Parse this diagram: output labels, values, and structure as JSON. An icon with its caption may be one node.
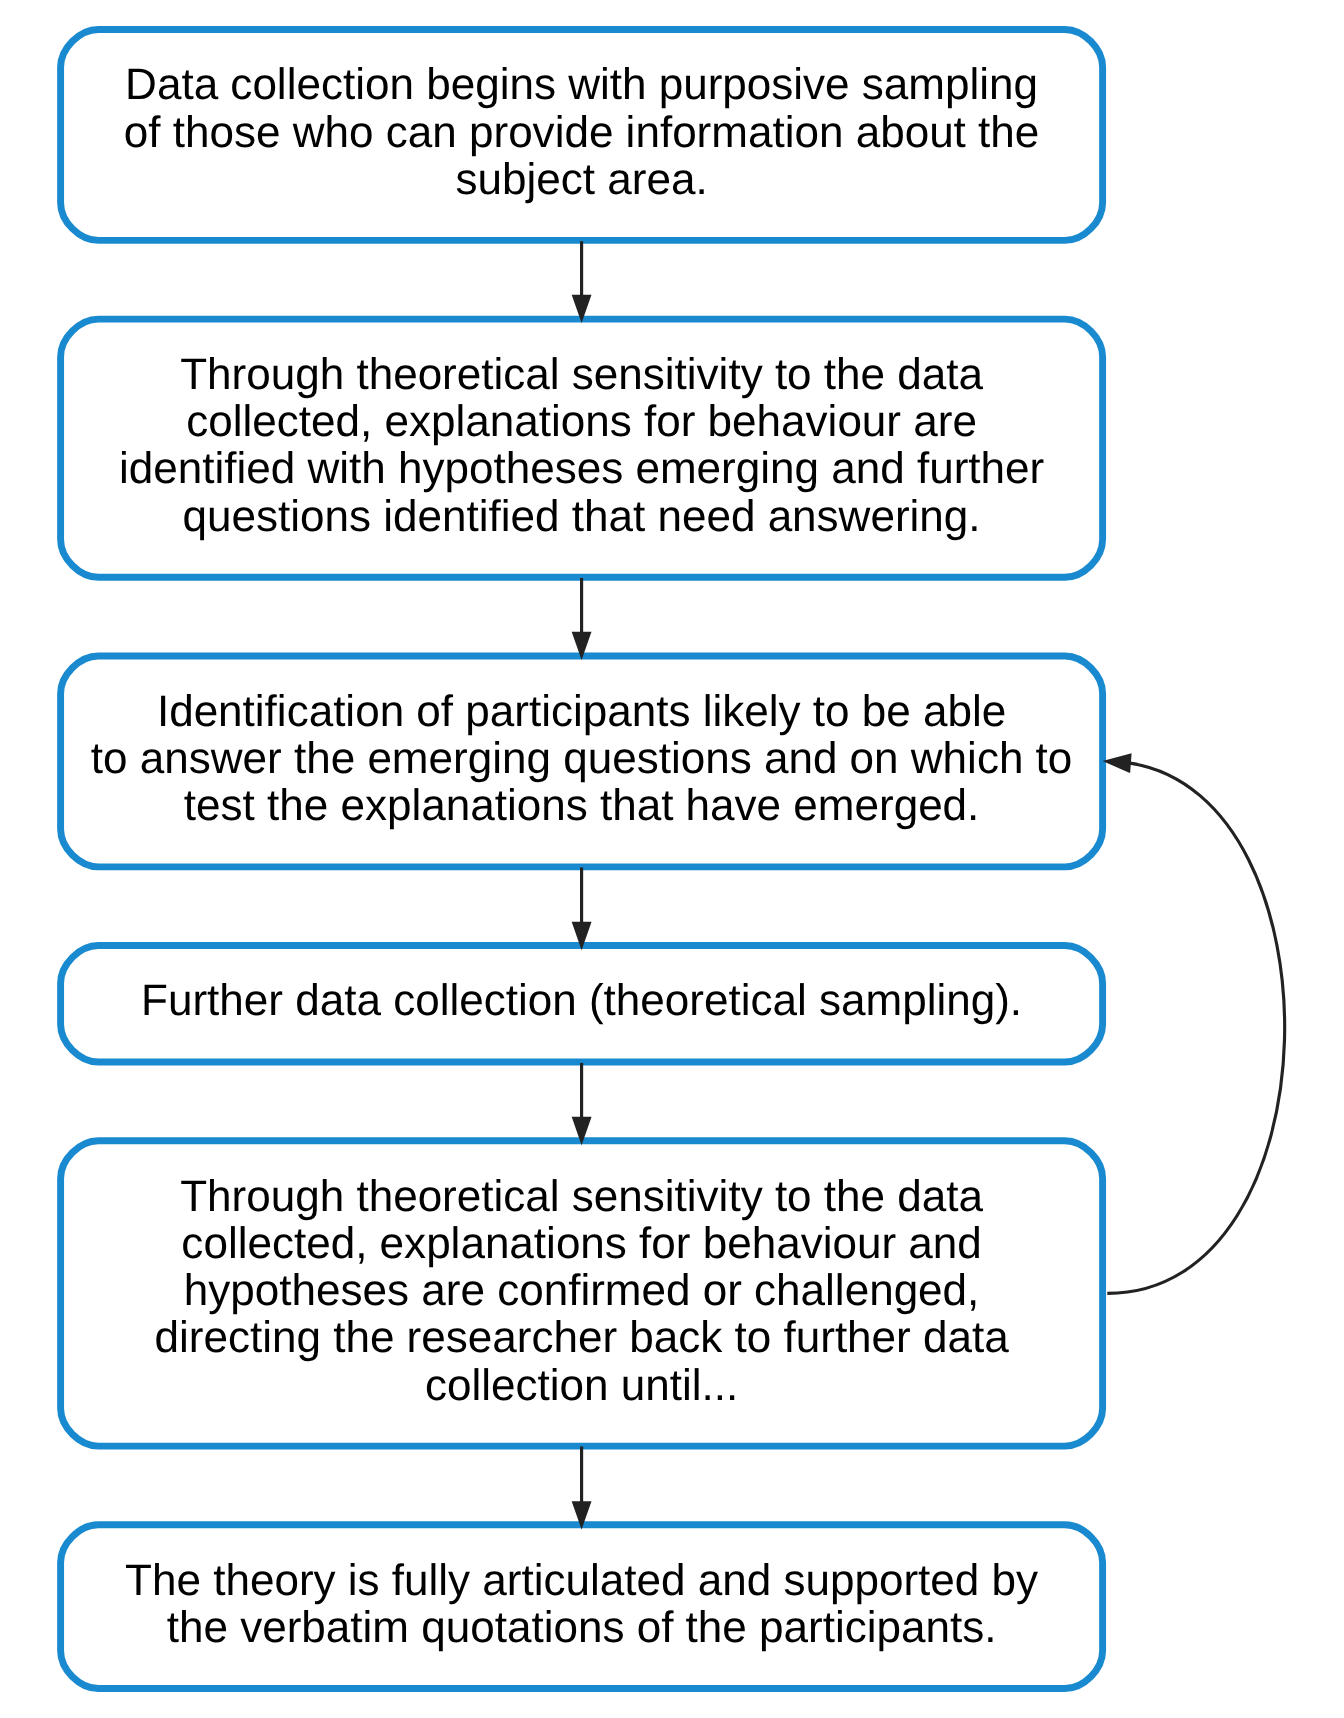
{
  "diagram": {
    "nodes": [
      {
        "text": [
          "Data collection begins with purposive sampling of those who can provide information about the subject area."
        ]
      },
      {
        "text": [
          "Through theoretical sensitivity to the data collected, explanations for behaviour are identified with hypotheses emerging and further questions identified that need answering."
        ]
      },
      {
        "text": [
          "Identification of participants likely to be able to answer the emerging questions and on which to test the explanations that have emerged."
        ]
      },
      {
        "text": [
          "Further data collection (theoretical sampling)."
        ]
      },
      {
        "text": [
          "Through theoretical sensitivity to the data collected, explanations for behaviour and hypotheses are confirmed or challenged, directing the researcher back to further data collection until..."
        ]
      },
      {
        "text": [
          "The theory is fully articulated and supported by the verbatim quotations of the participants."
        ]
      }
    ],
    "edges": [
      {
        "from": 0,
        "to": 1,
        "arrow": "to"
      },
      {
        "from": 1,
        "to": 2,
        "arrow": "to"
      },
      {
        "from": 2,
        "to": 3,
        "arrow": "to"
      },
      {
        "from": 3,
        "to": 4,
        "arrow": "to"
      },
      {
        "from": 4,
        "to": 2,
        "arrow": "to"
      },
      {
        "from": 4,
        "to": 5,
        "arrow": "to"
      }
    ]
  }
}
